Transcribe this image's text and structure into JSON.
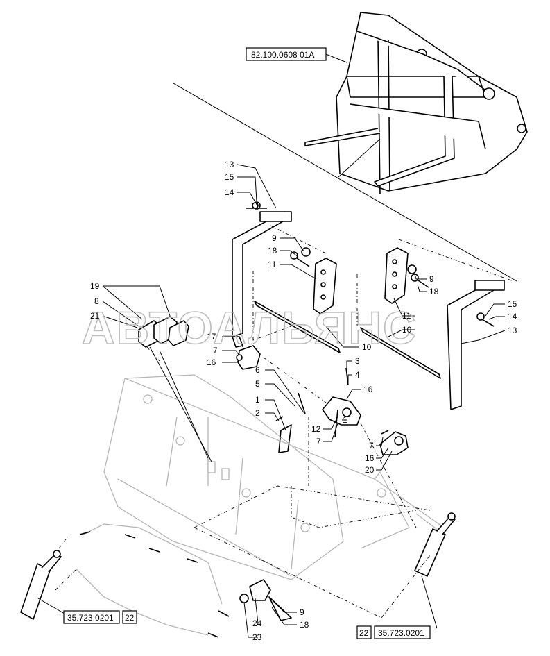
{
  "references": {
    "top": "82.100.0608 01A",
    "bottom_left": "35.723.0201",
    "bottom_left_qty": "22",
    "bottom_right": "35.723.0201",
    "bottom_right_qty": "22"
  },
  "watermark": "АВТОАЛЬЯНС",
  "callouts": [
    {
      "id": "c13a",
      "text": "13"
    },
    {
      "id": "c15a",
      "text": "15"
    },
    {
      "id": "c14a",
      "text": "14"
    },
    {
      "id": "c9a",
      "text": "9"
    },
    {
      "id": "c18a",
      "text": "18"
    },
    {
      "id": "c11a",
      "text": "11"
    },
    {
      "id": "c19",
      "text": "19"
    },
    {
      "id": "c8",
      "text": "8"
    },
    {
      "id": "c21",
      "text": "21"
    },
    {
      "id": "c17",
      "text": "17"
    },
    {
      "id": "c7a",
      "text": "7"
    },
    {
      "id": "c16a",
      "text": "16"
    },
    {
      "id": "c10a",
      "text": "10"
    },
    {
      "id": "c9b",
      "text": "9"
    },
    {
      "id": "c18b",
      "text": "18"
    },
    {
      "id": "c11b",
      "text": "11"
    },
    {
      "id": "c10b",
      "text": "10"
    },
    {
      "id": "c15b",
      "text": "15"
    },
    {
      "id": "c14b",
      "text": "14"
    },
    {
      "id": "c13b",
      "text": "13"
    },
    {
      "id": "c6",
      "text": "6"
    },
    {
      "id": "c5",
      "text": "5"
    },
    {
      "id": "c1a",
      "text": "1"
    },
    {
      "id": "c2",
      "text": "2"
    },
    {
      "id": "c3",
      "text": "3"
    },
    {
      "id": "c4",
      "text": "4"
    },
    {
      "id": "c16b",
      "text": "16"
    },
    {
      "id": "c1b",
      "text": "1"
    },
    {
      "id": "c12",
      "text": "12"
    },
    {
      "id": "c7b",
      "text": "7"
    },
    {
      "id": "c7c",
      "text": "7"
    },
    {
      "id": "c16c",
      "text": "16"
    },
    {
      "id": "c20",
      "text": "20"
    },
    {
      "id": "c9c",
      "text": "9"
    },
    {
      "id": "c24",
      "text": "24"
    },
    {
      "id": "c18c",
      "text": "18"
    },
    {
      "id": "c23",
      "text": "23"
    }
  ]
}
